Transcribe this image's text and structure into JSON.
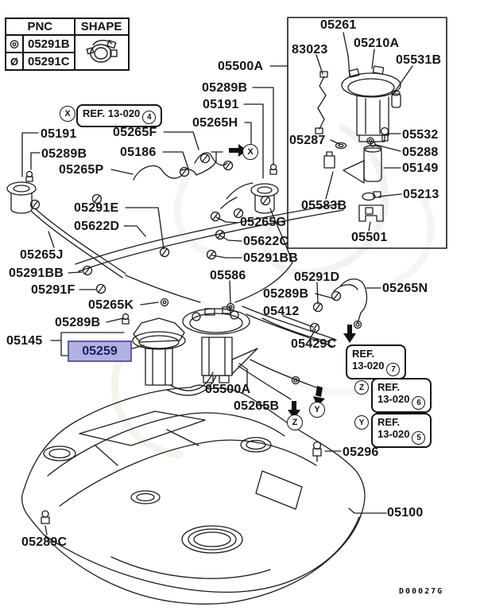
{
  "clamp_table": {
    "col_pnc": "PNC",
    "col_shape": "SHAPE",
    "rows": [
      {
        "symbol": "◎",
        "pnc": "05291B"
      },
      {
        "symbol": "Ø",
        "pnc": "05291C"
      }
    ],
    "shape_icon": "hose-clamp-icon"
  },
  "refs": {
    "word": "REF.",
    "code": "13-020",
    "top_num": "4",
    "n7": "7",
    "n6": "6",
    "n5": "5"
  },
  "markers": {
    "x": "X",
    "z": "Z",
    "y": "Y"
  },
  "labels": {
    "l05261": "05261",
    "l83023": "83023",
    "l05210A": "05210A",
    "l05531B": "05531B",
    "l05500A_top": "05500A",
    "l05289B_top": "05289B",
    "l05191_r": "05191",
    "l05265H": "05265H",
    "l05191_l": "05191",
    "l05265F": "05265F",
    "l05289B_l": "05289B",
    "l05186": "05186",
    "l05265P": "05265P",
    "l05287": "05287",
    "l05532": "05532",
    "l05288": "05288",
    "l05149": "05149",
    "l05213": "05213",
    "l05583B": "05583B",
    "l05501": "05501",
    "l05291E": "05291E",
    "l05622D": "05622D",
    "l05265G": "05265G",
    "l05622C": "05622C",
    "l05291BB_r": "05291BB",
    "l05265J": "05265J",
    "l05291BB_l": "05291BB",
    "l05291F": "05291F",
    "l05265K": "05265K",
    "l05289B_m": "05289B",
    "l05145": "05145",
    "l05586": "05586",
    "l05291D": "05291D",
    "l05289B_r2": "05289B",
    "l05412": "05412",
    "l05265N": "05265N",
    "l05429C": "05429C",
    "l05500A_b": "05500A",
    "l05265B": "05265B",
    "l05296": "05296",
    "l05289C": "05289C",
    "l05100": "05100"
  },
  "highlight": {
    "part": "05259",
    "fill": "#b1b1de",
    "border": "#5c5cab",
    "text": "#1c1c68"
  },
  "drawing_code": "D00027G"
}
